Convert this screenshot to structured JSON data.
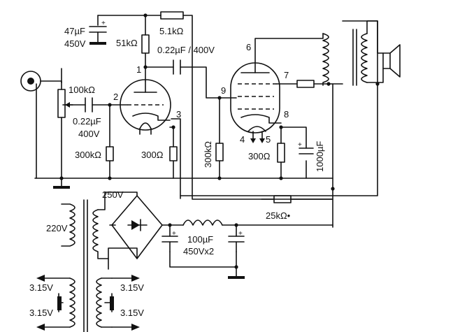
{
  "labels": {
    "c_top_val": "47µF",
    "c_top_volt": "450V",
    "r_anode": "51kΩ",
    "r_top": "5.1kΩ",
    "c_couple": "0.22µF / 400V",
    "r_pot": "100kΩ",
    "c_in_val": "0.22µF",
    "c_in_volt": "400V",
    "r_grid1": "300kΩ",
    "r_cath1": "300Ω",
    "r_grid2": "300kΩ",
    "r_cath2": "300Ω",
    "c_cath2": "1000µF",
    "r_fb": "25kΩ•",
    "trans_hv": "250V",
    "trans_mains": "220V",
    "filter_cap": "100µF",
    "filter_volt": "450Vx2",
    "heater_1a": "3.15V",
    "heater_1b": "3.15V",
    "heater_2a": "3.15V",
    "heater_2b": "3.15V"
  },
  "pins": {
    "v1_plate": "1",
    "v1_grid": "2",
    "v1_cath": "3",
    "v2_plate": "6",
    "v2_screen": "7",
    "v2_cath": "8",
    "v2_grid": "9",
    "v2_h1": "4",
    "v2_h2": "5"
  }
}
